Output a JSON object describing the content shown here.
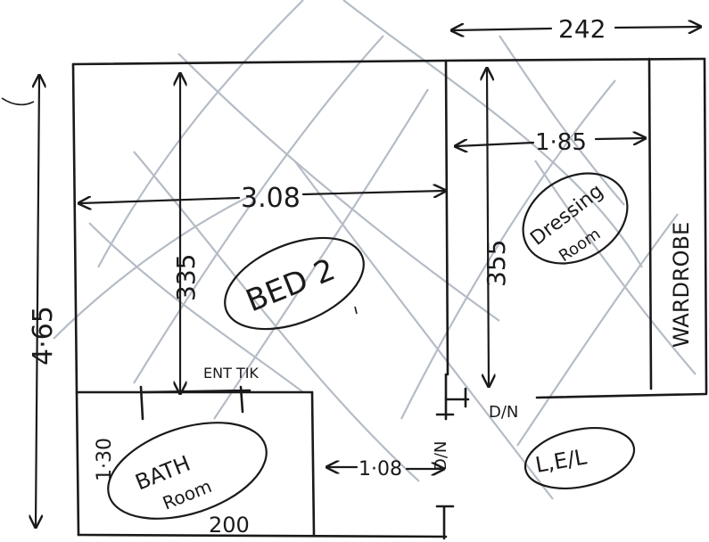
{
  "drawing": {
    "dimensions": {
      "overall_width": "242",
      "overall_height": "4·65",
      "bed_width": "3.08",
      "bed_depth": "335",
      "dressing_width": "1·85",
      "dressing_depth": "355",
      "bath_height": "1·30",
      "bath_width": "200",
      "corridor_width": "1·08"
    },
    "rooms": {
      "bed": "BED 2",
      "dressing_line1": "Dressing",
      "dressing_line2": "Room",
      "bath_line1": "BATH",
      "bath_line2": "Room",
      "wardrobe": "WARDROBE",
      "ensuite": "L,E/L"
    },
    "notes": {
      "entry": "ENT TIK",
      "door_1": "D/N",
      "door_2": "D/N"
    },
    "colors": {
      "ink": "#1a1a1a",
      "pencil": "#a9b1bd"
    }
  }
}
